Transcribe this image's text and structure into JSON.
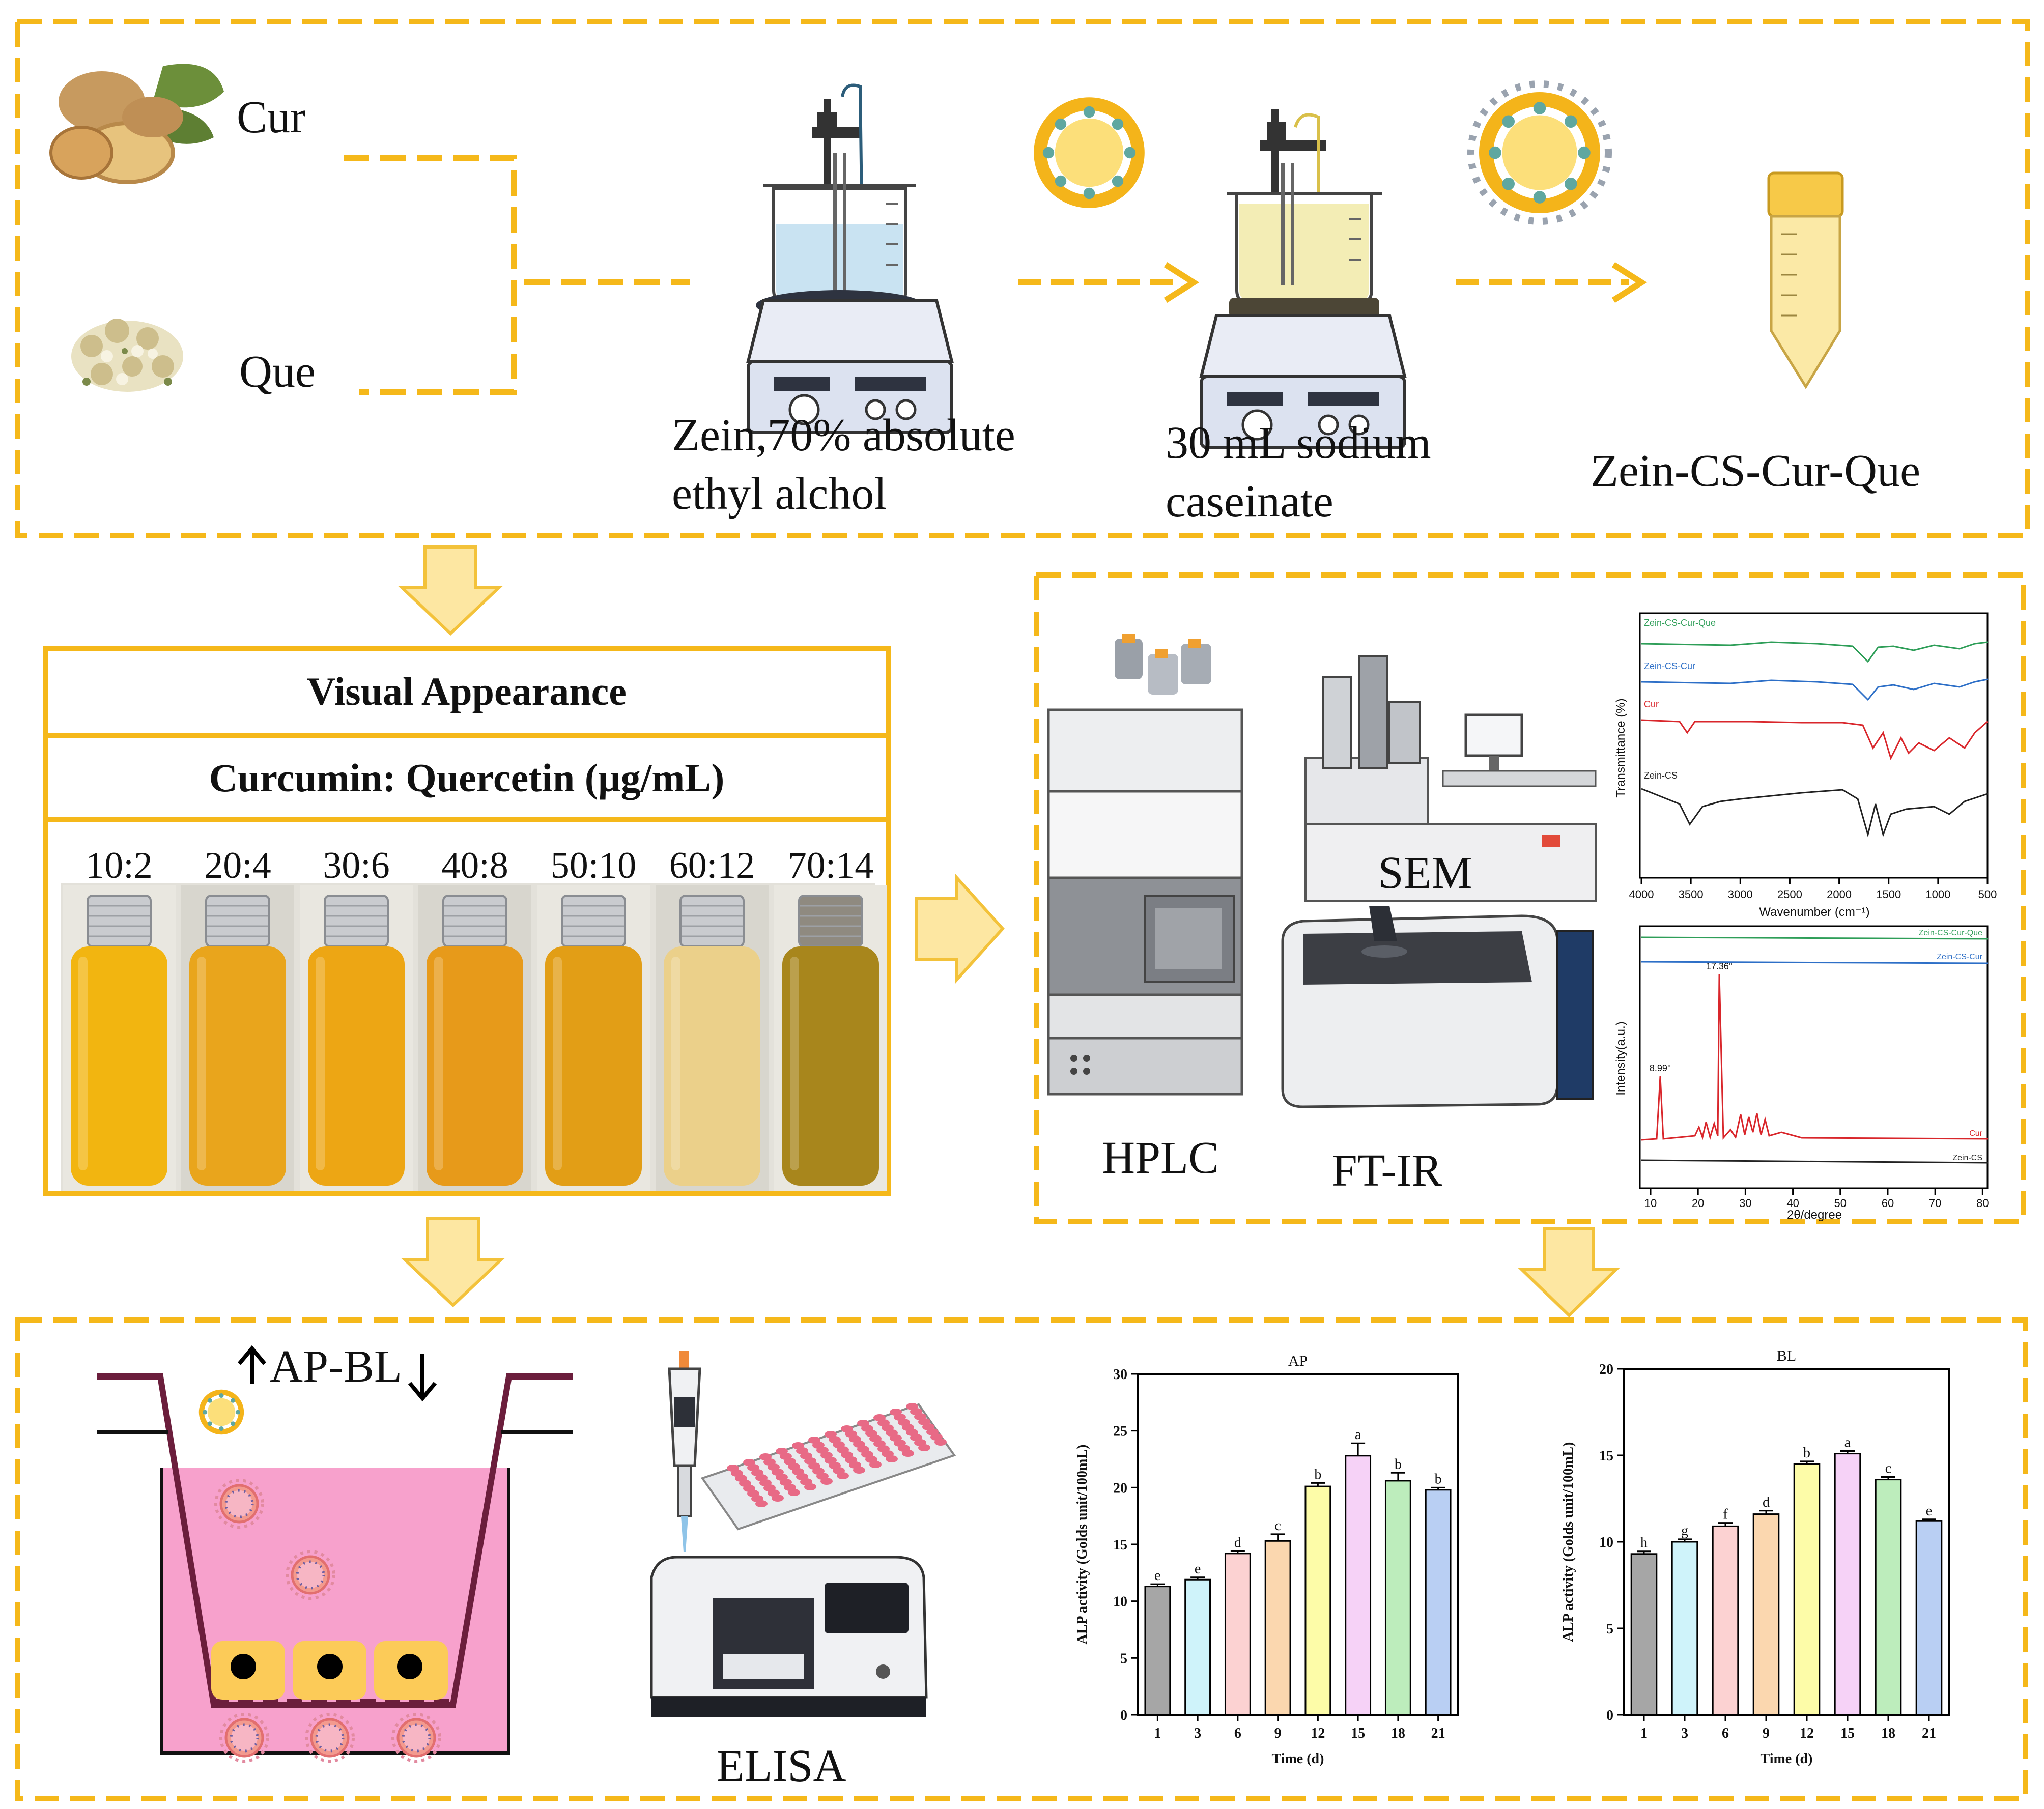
{
  "colors": {
    "frame": "#F5B81A",
    "arrow_fill": "#FDE7A2",
    "arrow_stroke": "#F3C23A",
    "well_pink": "#F7A1CC",
    "cell_yellow": "#FCCB58",
    "nano_core": "#FCDF7A",
    "nano_ring": "#F4B41A",
    "nano_dot": "#5FA7A0"
  },
  "prep": {
    "ingredient_cur": "Cur",
    "ingredient_que": "Que",
    "step1_line1": "Zein,70% absolute",
    "step1_line2": "ethyl alchol",
    "step2_line1": "30 mL sodium",
    "step2_line2": "caseinate",
    "product": "Zein-CS-Cur-Que"
  },
  "visual": {
    "title": "Visual Appearance",
    "subtitle": "Curcumin: Quercetin (µg/mL)",
    "ratios": [
      "10:2",
      "20:4",
      "30:6",
      "40:8",
      "50:10",
      "60:12",
      "70:14"
    ],
    "vial_colors": [
      "#F2B510",
      "#E9A51C",
      "#EDA614",
      "#E79A1A",
      "#E29E16",
      "#EBD08A",
      "#A8861C"
    ]
  },
  "characterization": {
    "hplc_label": "HPLC",
    "sem_label": "SEM",
    "ftir_label": "FT-IR",
    "ftir_chart": {
      "ylabel": "Transmittance (%)",
      "xlabel": "Wavenumber (cm⁻¹)",
      "xticks": [
        "4000",
        "3500",
        "3000",
        "2500",
        "2000",
        "1500",
        "1000",
        "500"
      ],
      "series": [
        {
          "name": "Zein-CS-Cur-Que",
          "color": "#2E9E58"
        },
        {
          "name": "Zein-CS-Cur",
          "color": "#2D6FC7"
        },
        {
          "name": "Cur",
          "color": "#D9262B"
        },
        {
          "name": "Zein-CS",
          "color": "#222222"
        }
      ]
    },
    "xrd_chart": {
      "ylabel": "Intensity(a.u.)",
      "xlabel": "2θ/degree",
      "xticks": [
        "10",
        "20",
        "30",
        "40",
        "50",
        "60",
        "70",
        "80"
      ],
      "peak1": "8.99°",
      "peak2": "17.36°",
      "series": [
        {
          "name": "Zein-CS-Cur-Que",
          "color": "#2E9E58"
        },
        {
          "name": "Zein-CS-Cur",
          "color": "#2D6FC7"
        },
        {
          "name": "Cur",
          "color": "#D9262B"
        },
        {
          "name": "Zein-CS",
          "color": "#222222"
        }
      ]
    }
  },
  "experiment": {
    "transwell_label": "AP-BL",
    "elisa_label": "ELISA"
  },
  "chart_data": [
    {
      "type": "bar",
      "title": "AP",
      "xlabel": "Time (d)",
      "ylabel": "ALP activity (Golds unit/100mL)",
      "categories": [
        "1",
        "3",
        "6",
        "9",
        "12",
        "15",
        "18",
        "21"
      ],
      "values": [
        11.3,
        11.9,
        14.2,
        15.3,
        20.1,
        22.8,
        20.6,
        19.8
      ],
      "errors": [
        0.2,
        0.2,
        0.2,
        0.6,
        0.3,
        1.1,
        0.7,
        0.2
      ],
      "letters": [
        "e",
        "e",
        "d",
        "c",
        "b",
        "a",
        "b",
        "b"
      ],
      "ylim": [
        0,
        30
      ],
      "yticks": [
        "0",
        "5",
        "10",
        "15",
        "20",
        "25",
        "30"
      ],
      "bar_colors": [
        "#A6A6A6",
        "#CFF3FA",
        "#FCD2D2",
        "#FBD7AF",
        "#FDFCA8",
        "#F6D2F7",
        "#BDEDBC",
        "#B9CFF3"
      ]
    },
    {
      "type": "bar",
      "title": "BL",
      "xlabel": "Time (d)",
      "ylabel": "ALP activity (Golds unit/100mL)",
      "categories": [
        "1",
        "3",
        "6",
        "9",
        "12",
        "15",
        "18",
        "21"
      ],
      "values": [
        9.3,
        10.0,
        10.9,
        11.6,
        14.5,
        15.1,
        13.6,
        11.2
      ],
      "errors": [
        0.15,
        0.15,
        0.2,
        0.2,
        0.15,
        0.15,
        0.15,
        0.1
      ],
      "letters": [
        "h",
        "g",
        "f",
        "d",
        "b",
        "a",
        "c",
        "e"
      ],
      "ylim": [
        0,
        20
      ],
      "yticks": [
        "0",
        "5",
        "10",
        "15",
        "20"
      ],
      "bar_colors": [
        "#A6A6A6",
        "#CFF3FA",
        "#FCD2D2",
        "#FBD7AF",
        "#FDFCA8",
        "#F6D2F7",
        "#BDEDBC",
        "#B9CFF3"
      ]
    }
  ]
}
